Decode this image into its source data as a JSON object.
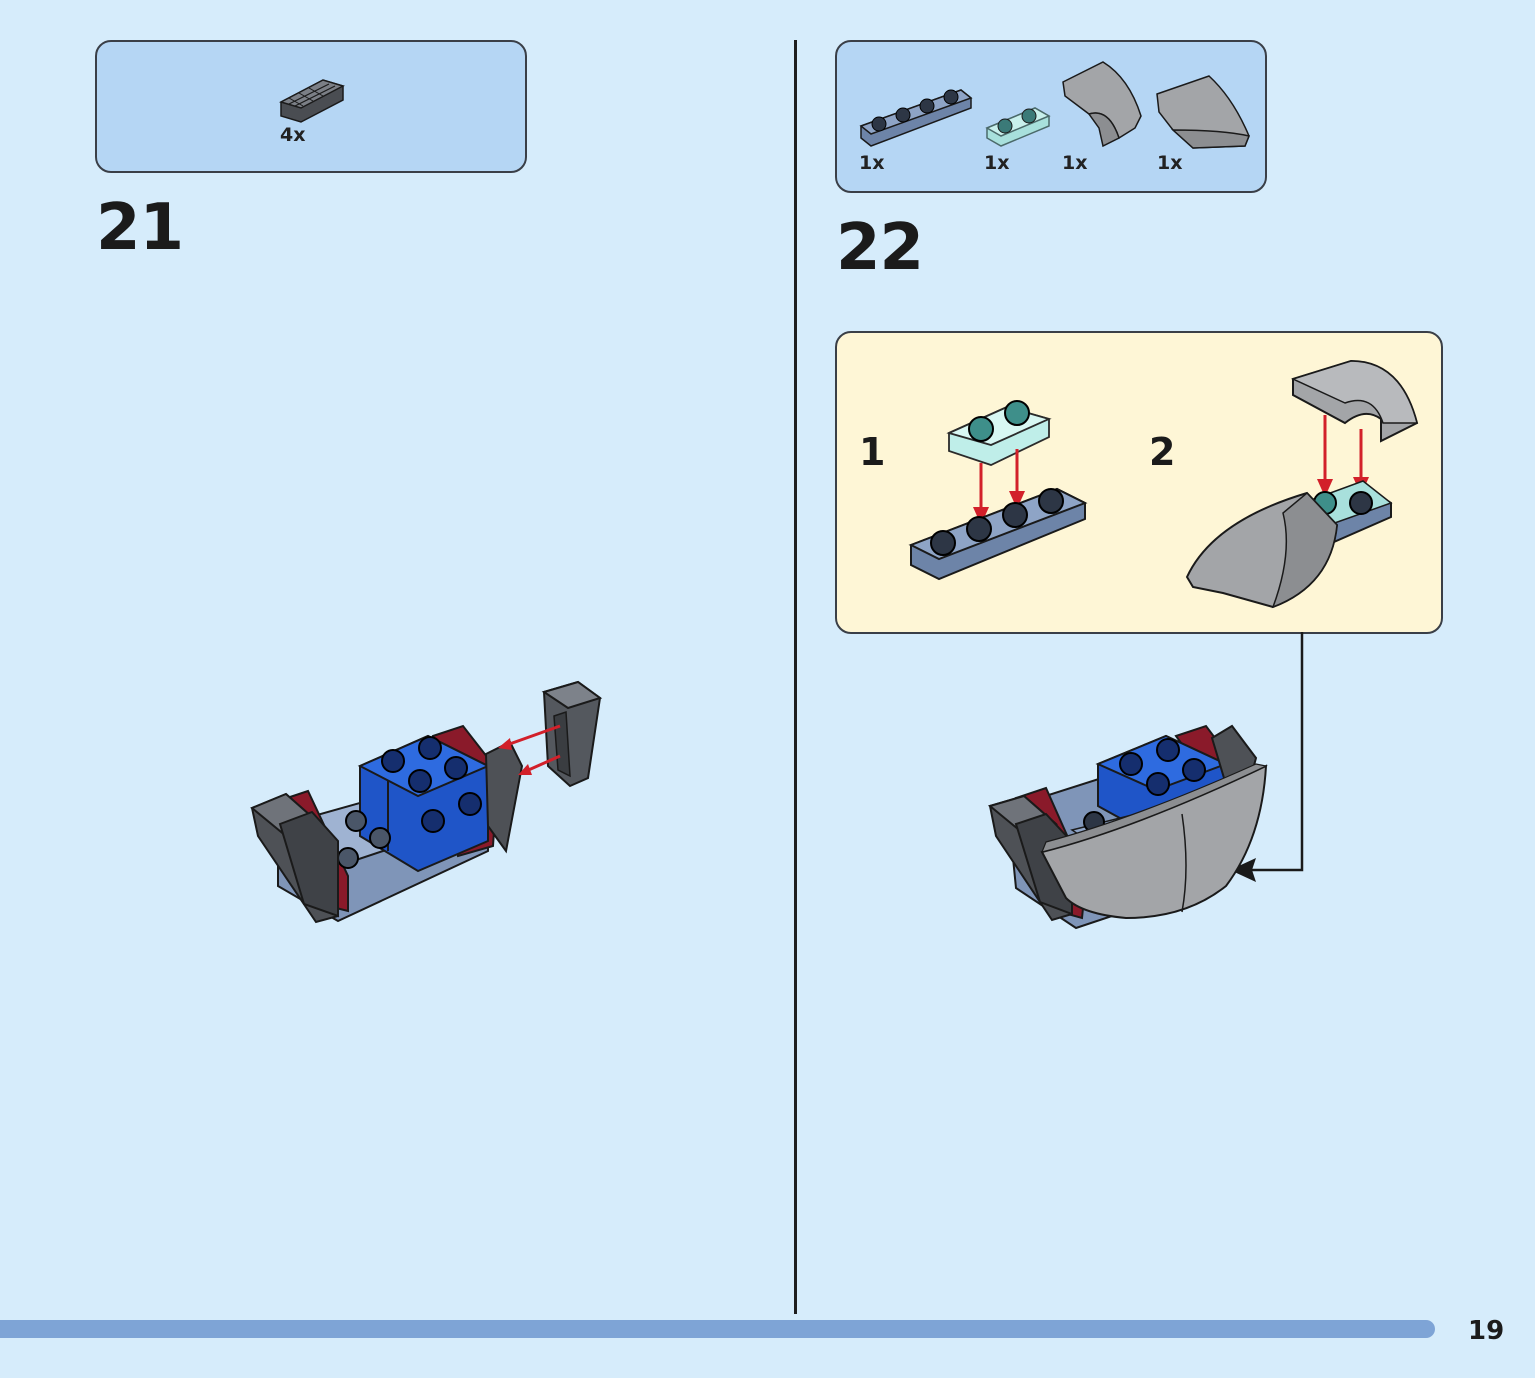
{
  "steps": [
    {
      "number": "21",
      "parts": [
        {
          "name": "slope-1x2-dark-grey",
          "qty": "4x"
        }
      ]
    },
    {
      "number": "22",
      "parts": [
        {
          "name": "plate-1x4-sand-blue",
          "qty": "1x"
        },
        {
          "name": "plate-1x2-transparent-light-blue",
          "qty": "1x"
        },
        {
          "name": "curved-slope-left-grey",
          "qty": "1x"
        },
        {
          "name": "curved-slope-right-grey",
          "qty": "1x"
        }
      ],
      "substeps": [
        "1",
        "2"
      ]
    }
  ],
  "colors": {
    "background": "#d6ecfb",
    "parts_box": "#b5d6f4",
    "substep_box": "#fef6d6",
    "progress": "#7ea4d6",
    "arrow_red": "#d2202a"
  },
  "progress": {
    "fraction": 1.0
  },
  "page_number": "19"
}
